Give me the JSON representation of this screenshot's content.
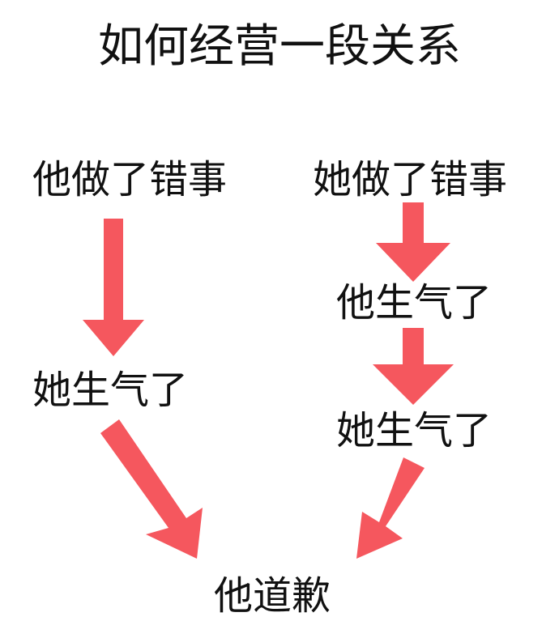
{
  "title": "如何经营一段关系",
  "left": {
    "start": "他做了错事",
    "mid": "她生气了"
  },
  "right": {
    "start": "她做了错事",
    "mid1": "他生气了",
    "mid2": "她生气了"
  },
  "end": "他道歉",
  "colors": {
    "arrow": "#F5575E",
    "text": "#111111"
  }
}
